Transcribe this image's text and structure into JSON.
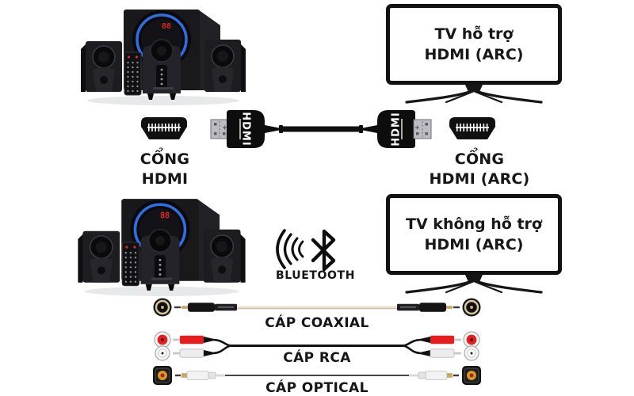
{
  "top_section": {
    "tv_line1": "TV hỗ trợ",
    "tv_line2": "HDMI (ARC)",
    "left_port_line1": "CỔNG",
    "left_port_line2": "HDMI",
    "right_port_line1": "CỔNG",
    "right_port_line2": "HDMI (ARC)",
    "hdmi_plug_label": "HDMI"
  },
  "bottom_section": {
    "tv_line1": "TV không hỗ trợ",
    "tv_line2": "HDMI (ARC)",
    "bluetooth_label": "BLUETOOTH",
    "coaxial_label": "CÁP COAXIAL",
    "rca_label": "CÁP RCA",
    "optical_label": "CÁP OPTICAL"
  },
  "speaker": {
    "display_digits": "88"
  },
  "colors": {
    "ink": "#141414",
    "blue_ring": "#2f6fe4",
    "display_red": "#e02222",
    "rca_red": "#e51d1d",
    "gold": "#c6a76e",
    "coax_cable_beige": "#e8decb"
  }
}
